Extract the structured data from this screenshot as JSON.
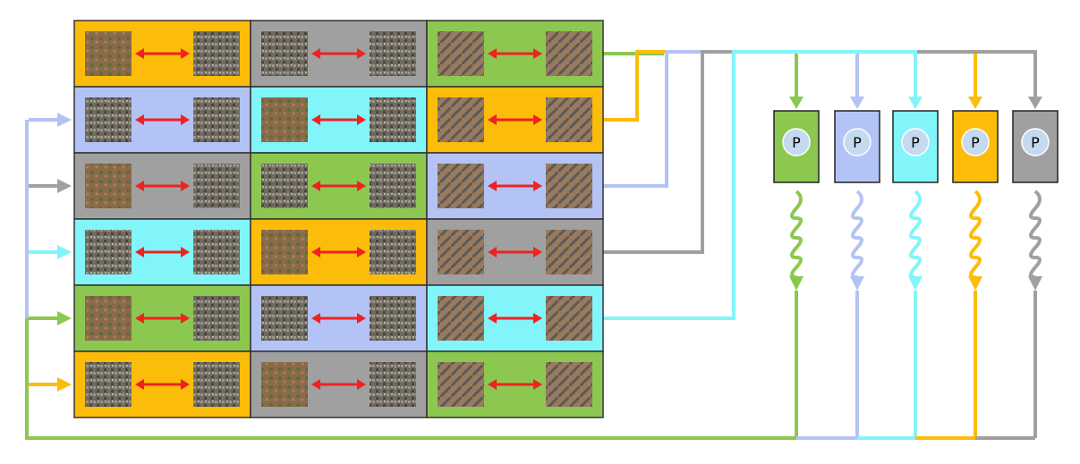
{
  "colors": {
    "green": "#8cc850",
    "blue": "#b4c3f5",
    "cyan": "#82f5fa",
    "orange": "#fcbc0a",
    "gray": "#a0a0a0",
    "arrow_red": "#ee2222",
    "node_circle": "#c5d9f0",
    "grid_border": "#333333"
  },
  "grid": {
    "rows": [
      [
        "orange",
        "gray",
        "green"
      ],
      [
        "blue",
        "cyan",
        "orange"
      ],
      [
        "gray",
        "green",
        "blue"
      ],
      [
        "cyan",
        "orange",
        "gray"
      ],
      [
        "green",
        "blue",
        "cyan"
      ],
      [
        "orange",
        "gray",
        "green"
      ]
    ]
  },
  "processors": [
    {
      "color": "green",
      "label": "P"
    },
    {
      "color": "blue",
      "label": "P"
    },
    {
      "color": "cyan",
      "label": "P"
    },
    {
      "color": "orange",
      "label": "P"
    },
    {
      "color": "gray",
      "label": "P"
    }
  ],
  "left_inputs": [
    "blue",
    "gray",
    "cyan",
    "green",
    "orange"
  ]
}
